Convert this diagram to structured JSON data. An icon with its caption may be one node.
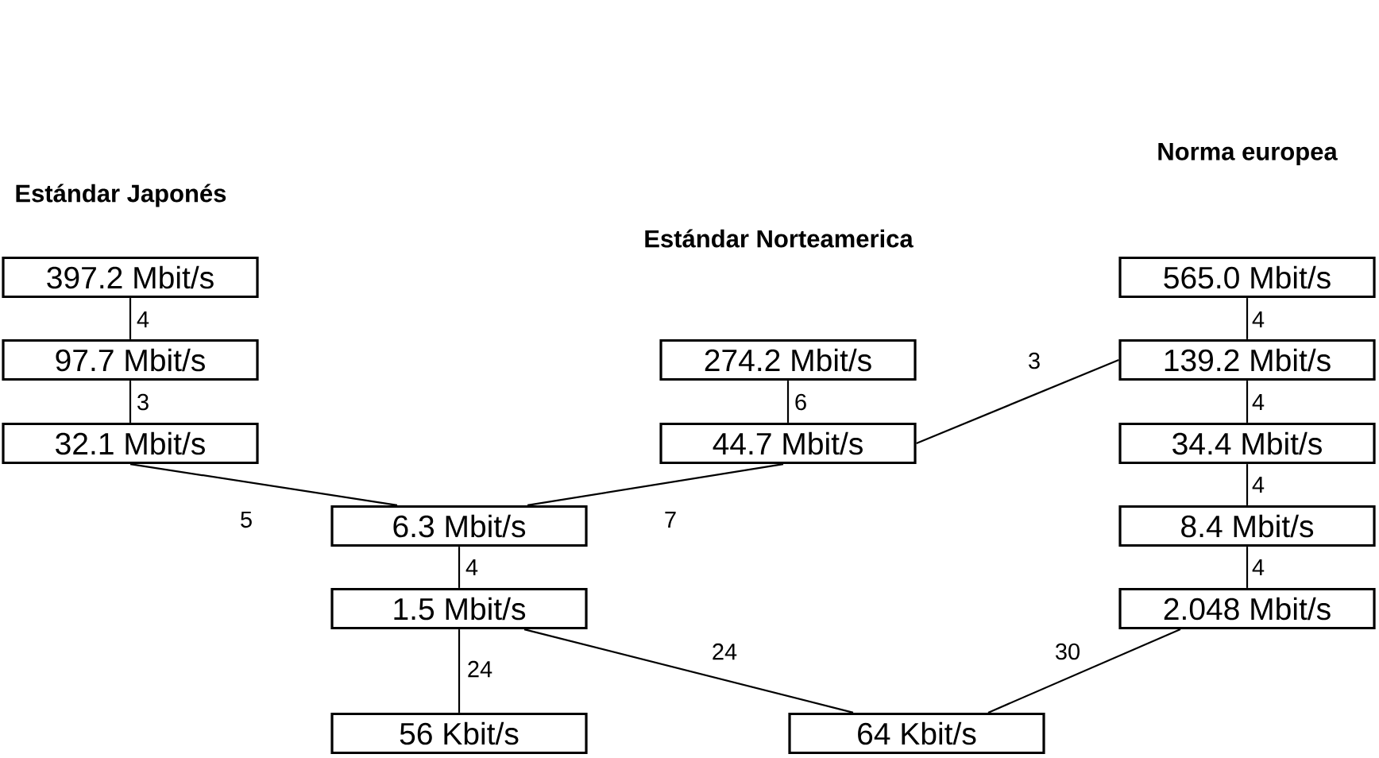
{
  "diagram": {
    "nodes": [
      {
        "text": [
          "397.2 Mbit/s"
        ]
      },
      {
        "text": [
          "565.0 Mbit/s"
        ]
      },
      {
        "text": [
          "97.7 Mbit/s"
        ]
      },
      {
        "text": [
          "274.2 Mbit/s"
        ]
      },
      {
        "text": [
          "139.2 Mbit/s"
        ]
      },
      {
        "text": [
          "32.1 Mbit/s"
        ]
      },
      {
        "text": [
          "44.7 Mbit/s"
        ]
      },
      {
        "text": [
          "34.4 Mbit/s"
        ]
      },
      {
        "text": [
          "6.3 Mbit/s"
        ]
      },
      {
        "text": [
          "8.4 Mbit/s"
        ]
      },
      {
        "text": [
          "1.5 Mbit/s"
        ]
      },
      {
        "text": [
          "2.048 Mbit/s"
        ]
      },
      {
        "text": [
          "56 Kbit/s"
        ]
      },
      {
        "text": [
          "64 Kbit/s"
        ]
      }
    ],
    "edges": [
      {
        "from": 0,
        "to": 2,
        "arrow": "none",
        "label": "4"
      },
      {
        "from": 2,
        "to": 5,
        "arrow": "none",
        "label": "3"
      },
      {
        "from": 3,
        "to": 6,
        "arrow": "none",
        "label": "6"
      },
      {
        "from": 1,
        "to": 4,
        "arrow": "none",
        "label": "4"
      },
      {
        "from": 4,
        "to": 7,
        "arrow": "none",
        "label": "4"
      },
      {
        "from": 7,
        "to": 9,
        "arrow": "none",
        "label": "4"
      },
      {
        "from": 9,
        "to": 11,
        "arrow": "none",
        "label": "4"
      },
      {
        "from": 6,
        "to": 4,
        "arrow": "none",
        "label": "3"
      },
      {
        "from": 5,
        "to": 8,
        "arrow": "none",
        "label": "5"
      },
      {
        "from": 6,
        "to": 8,
        "arrow": "none",
        "label": "7"
      },
      {
        "from": 8,
        "to": 10,
        "arrow": "none",
        "label": "4"
      },
      {
        "from": 10,
        "to": 12,
        "arrow": "none",
        "label": "24"
      },
      {
        "from": 10,
        "to": 13,
        "arrow": "none",
        "label": "24"
      },
      {
        "from": 11,
        "to": 13,
        "arrow": "none",
        "label": "30"
      }
    ],
    "labels": [
      "Norma europea",
      "Estándar Japonés",
      "Estándar Norteamerica"
    ]
  }
}
